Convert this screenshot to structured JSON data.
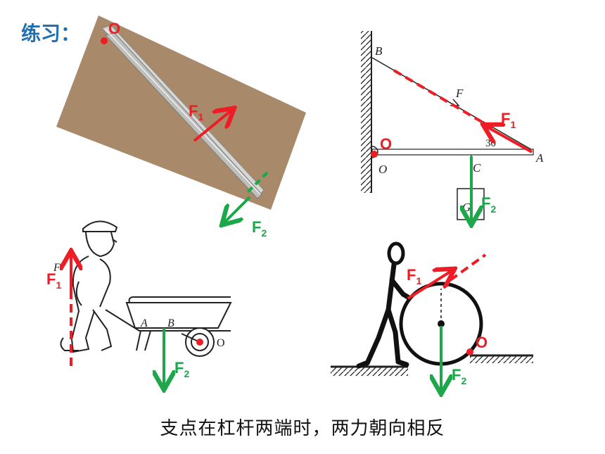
{
  "title": "练习：",
  "caption": "支点在杠杆两端时，两力朝向相反",
  "colors": {
    "force_red": "#ee1c24",
    "force_green": "#1ea64a",
    "title_blue": "#1f6fb2",
    "cardboard": "#a88a6a"
  },
  "panels": {
    "tweezers": {
      "pivot": "O",
      "f1": {
        "base": "F",
        "sub": "1"
      },
      "f2": {
        "base": "F",
        "sub": "2"
      }
    },
    "wall_rod": {
      "pivot": "O",
      "f1": {
        "base": "F",
        "sub": "1"
      },
      "f2": {
        "base": "F",
        "sub": "2"
      },
      "point_b": "B",
      "point_o": "O",
      "point_c": "C",
      "point_a": "A",
      "force_f": "F",
      "angle": "30",
      "weight": "G"
    },
    "wheelbarrow": {
      "pivot": "O",
      "f1": {
        "base": "F",
        "sub": "1"
      },
      "f2": {
        "base": "F",
        "sub": "2"
      },
      "point_a": "A",
      "point_b": "B",
      "drawn_f": "F"
    },
    "roller": {
      "pivot": "O",
      "f1": {
        "base": "F",
        "sub": "1"
      },
      "f2": {
        "base": "F",
        "sub": "2"
      }
    }
  }
}
